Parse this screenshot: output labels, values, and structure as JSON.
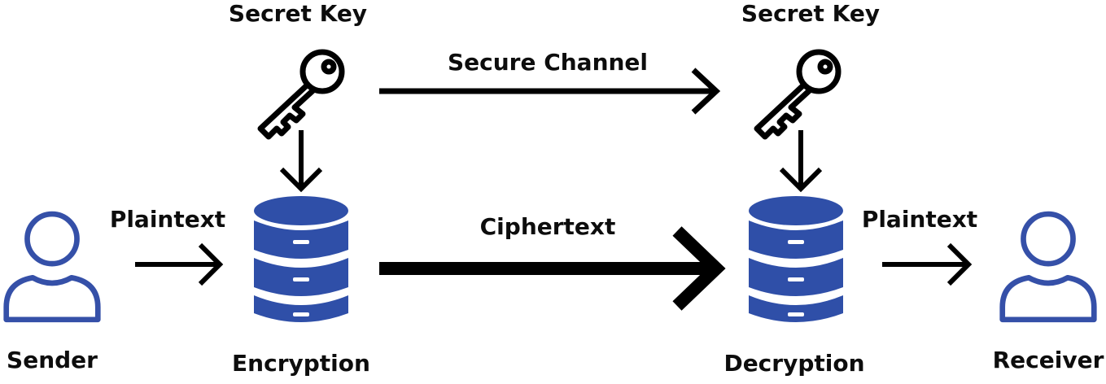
{
  "labels": {
    "secret_key_left": "Secret Key",
    "secret_key_right": "Secret Key",
    "secure_channel": "Secure Channel",
    "plaintext_left": "Plaintext",
    "ciphertext": "Ciphertext",
    "plaintext_right": "Plaintext",
    "sender": "Sender",
    "encryption": "Encryption",
    "decryption": "Decryption",
    "receiver": "Receiver"
  },
  "icons": {
    "key": "key-icon",
    "database": "database-icon",
    "person": "user-icon"
  },
  "colors": {
    "accent_blue": "#2f4fa8",
    "person_outline": "#3550a8",
    "ink": "#000000"
  }
}
